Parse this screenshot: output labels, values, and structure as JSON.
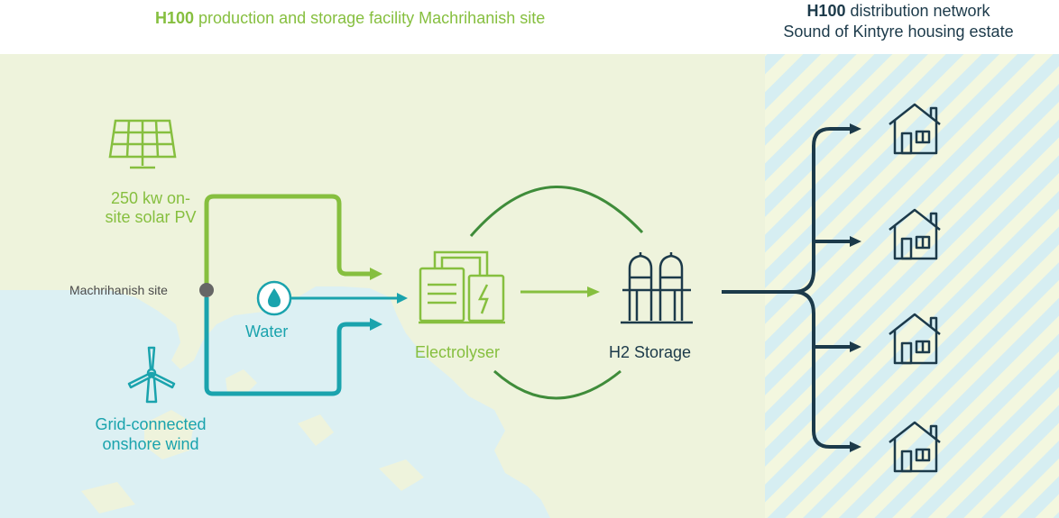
{
  "titles": {
    "production_bold": "H100",
    "production_rest": " production and storage facility Machrihanish site",
    "distribution_bold": "H100",
    "distribution_rest": " distribution network",
    "distribution_line2": "Sound of Kintyre housing estate"
  },
  "labels": {
    "solar": "250 kw on-site solar PV",
    "wind": "Grid-connected onshore wind",
    "water": "Water",
    "site": "Machrihanish site",
    "electrolyser": "Electrolyser",
    "storage": "H2 Storage"
  },
  "icons": {
    "solar": "solar-panel-icon",
    "wind": "wind-turbine-icon",
    "water": "water-drop-icon",
    "electrolyser": "electrolyser-icon",
    "storage": "storage-tanks-icon",
    "house": "house-icon"
  },
  "colors": {
    "green": "#86bf3f",
    "teal": "#1aa3ad",
    "dark_green": "#3f8c3a",
    "navy": "#1c3a4a",
    "land": "#eef3dc",
    "sea": "#dcf0f3",
    "grey_dot": "#666666"
  }
}
